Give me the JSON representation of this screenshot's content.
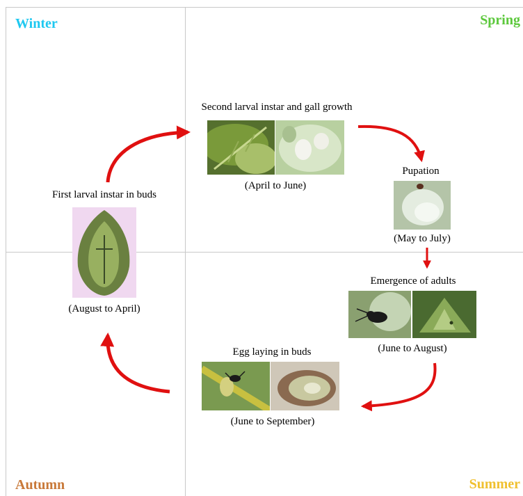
{
  "colors": {
    "winter": "#1EC8F0",
    "spring": "#5CC83C",
    "autumn": "#C87838",
    "summer": "#F0C030",
    "arrow": "#E01010",
    "grid": "#C8C8C8"
  },
  "seasons": {
    "winter": "Winter",
    "spring": "Spring",
    "autumn": "Autumn",
    "summer": "Summer"
  },
  "stages": {
    "first_instar": {
      "title": "First larval instar in buds",
      "period": "(August to April)"
    },
    "second_instar": {
      "title": "Second larval instar and gall growth",
      "period": "(April to June)"
    },
    "pupation": {
      "title": "Pupation",
      "period": "(May to July)"
    },
    "emergence": {
      "title": "Emergence of adults",
      "period": "(June to August)"
    },
    "egg_laying": {
      "title": "Egg laying in buds",
      "period": "(June to September)"
    }
  }
}
